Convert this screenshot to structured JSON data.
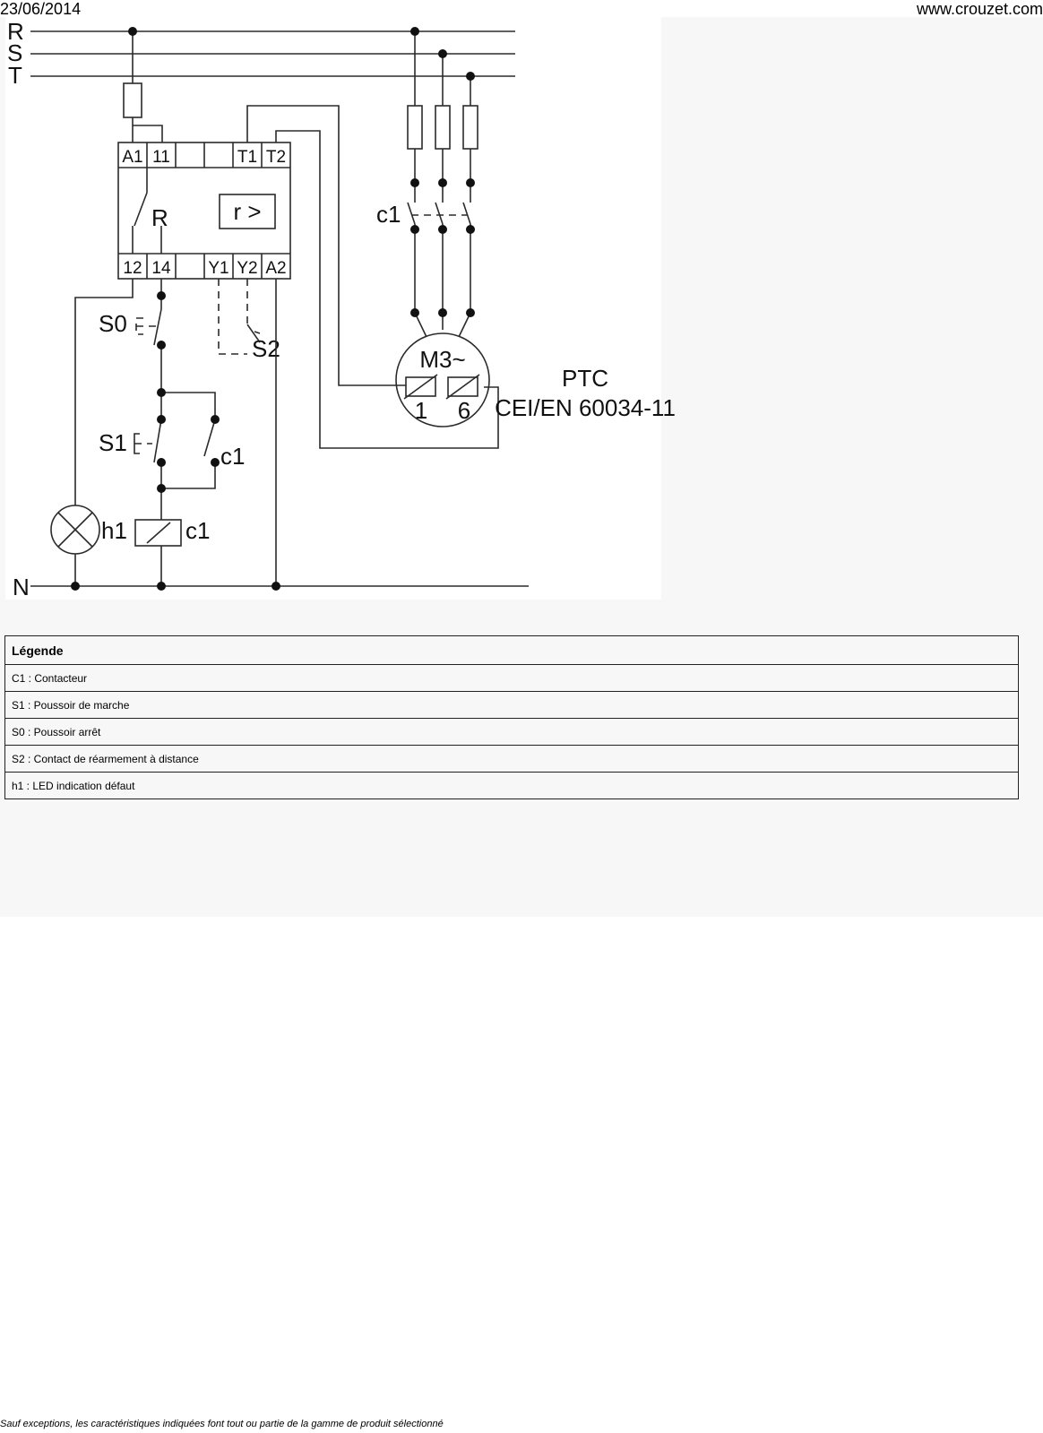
{
  "header": {
    "date": "23/06/2014",
    "url": "www.crouzet.com"
  },
  "diagram": {
    "phases": [
      "R",
      "S",
      "T"
    ],
    "neutral": "N",
    "relay_terminals_top": [
      "A1",
      "11",
      "",
      "",
      "T1",
      "T2"
    ],
    "relay_terminals_bottom": [
      "12",
      "14",
      "",
      "Y1",
      "Y2",
      "A2"
    ],
    "relay_contact_label": "R",
    "relay_function": "r >",
    "labels": {
      "s0": "S0",
      "s1": "S1",
      "s2": "S2",
      "c1_contact": "c1",
      "c1_power": "c1",
      "c1_coil": "c1",
      "h1": "h1",
      "motor": "M3~",
      "ptc1": "1",
      "ptc6": "6",
      "ptc_title": "PTC",
      "ptc_standard": "CEI/EN 60034-11"
    }
  },
  "legend": {
    "title": "Légende",
    "rows": [
      "C1 : Contacteur",
      "S1 : Poussoir de marche",
      "S0 : Poussoir arrêt",
      "S2 : Contact de réarmement à distance",
      "h1 : LED indication défaut"
    ]
  },
  "footer": "Sauf exceptions, les caractéristiques indiquées font tout ou partie de la gamme de produit sélectionné"
}
